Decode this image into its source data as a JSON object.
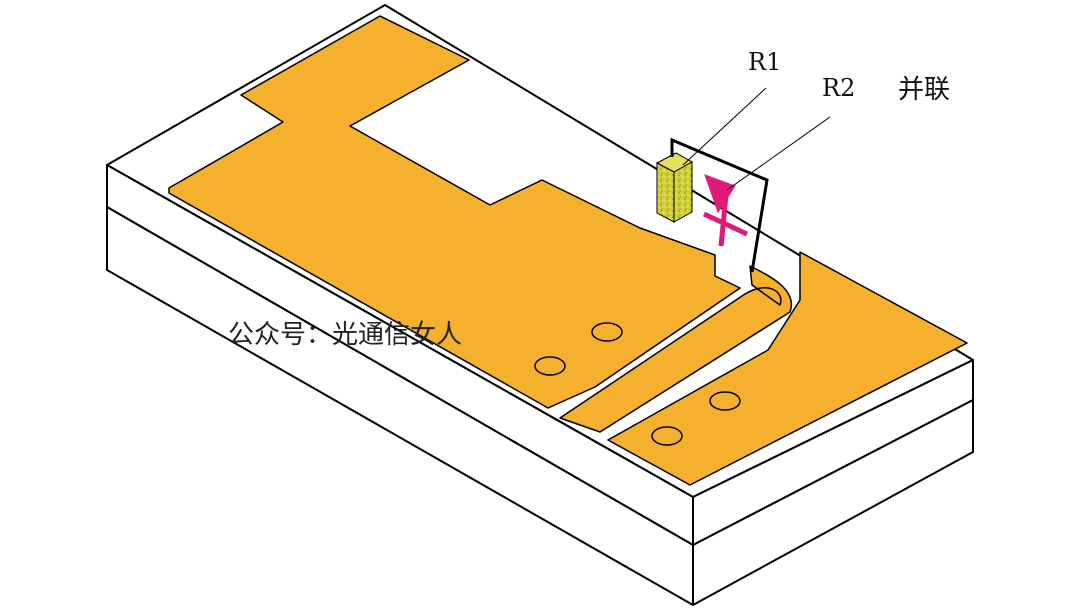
{
  "labels": {
    "r1": "R1",
    "r2": "R2",
    "parallel": "并联",
    "watermark": "公众号：光通信女人"
  },
  "colors": {
    "metal": "#F5B12E",
    "substrate": "#FFFFFF",
    "outline": "#000000",
    "resistor": "#D8D23A",
    "diode": "#E0197A"
  },
  "icons": {
    "resistor": "resistor-block-icon",
    "diode": "diode-symbol-icon"
  }
}
